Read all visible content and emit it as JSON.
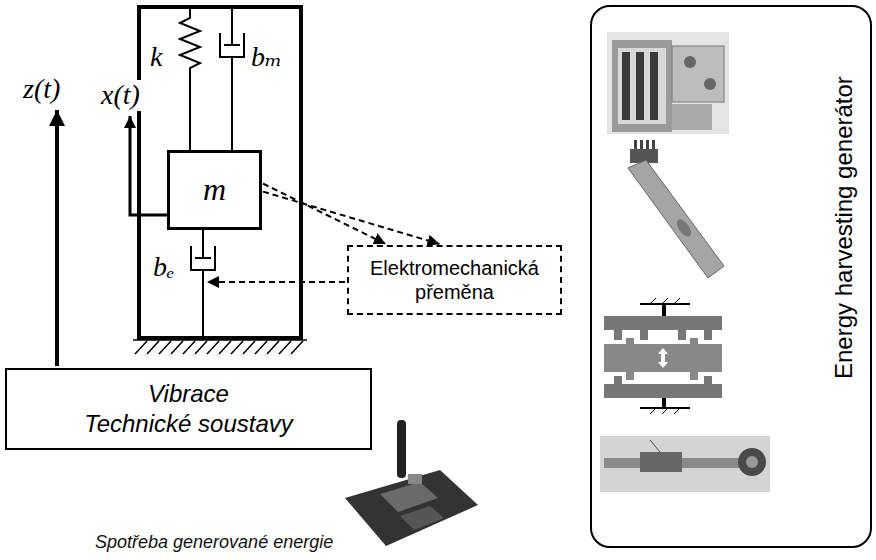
{
  "diagram": {
    "nodes": [
      {
        "text": [
          "m"
        ]
      },
      {
        "text": [
          "Elektromechanická přeměna"
        ]
      },
      {
        "text": [
          "Vibrace Technické soustavy"
        ]
      },
      {
        "text": [
          "Energy harvesting generátor"
        ]
      }
    ],
    "edges": [
      {
        "from": 0,
        "to": 1,
        "arrow": "to"
      },
      {
        "from": 0,
        "to": 1,
        "arrow": "to"
      }
    ],
    "labels": [
      "z(t)",
      "x(t)",
      "k",
      "bₘ",
      "bₑ",
      "Spotřeba generované energie"
    ]
  }
}
